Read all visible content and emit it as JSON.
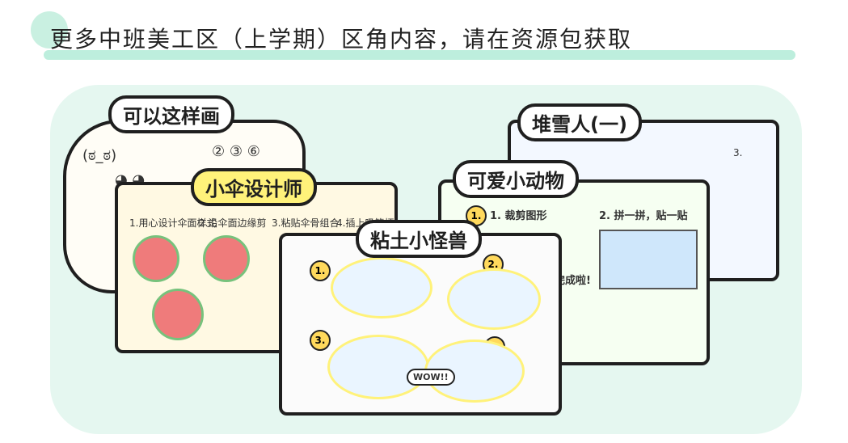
{
  "header": {
    "title": "更多中班美工区（上学期）区角内容，请在资源包获取"
  },
  "cards": {
    "draw": {
      "title": "可以这样画"
    },
    "umbrella": {
      "title": "小伞设计师",
      "steps": [
        "1.用心设计伞面样式",
        "2.沿伞面边缘剪",
        "3.粘贴伞骨组合",
        "4.插上吸管柄"
      ]
    },
    "snowman": {
      "title": "堆雪人(一)"
    },
    "animals": {
      "title": "可爱小动物",
      "steps": [
        "1. 裁剪图形",
        "2. 拼一拼，贴一贴"
      ],
      "done": "完成啦!"
    },
    "clay": {
      "title": "粘土小怪兽",
      "steps": [
        "1.",
        "2.",
        "3.",
        "4."
      ],
      "bubble": "WOW!!"
    }
  },
  "colors": {
    "accent_mint": "#bdeedd",
    "highlight_yellow": "#fff27a",
    "paper_yellow": "#fff9e3",
    "card_green": "#9bd6a8",
    "sky_blue": "#cfe7fb"
  }
}
